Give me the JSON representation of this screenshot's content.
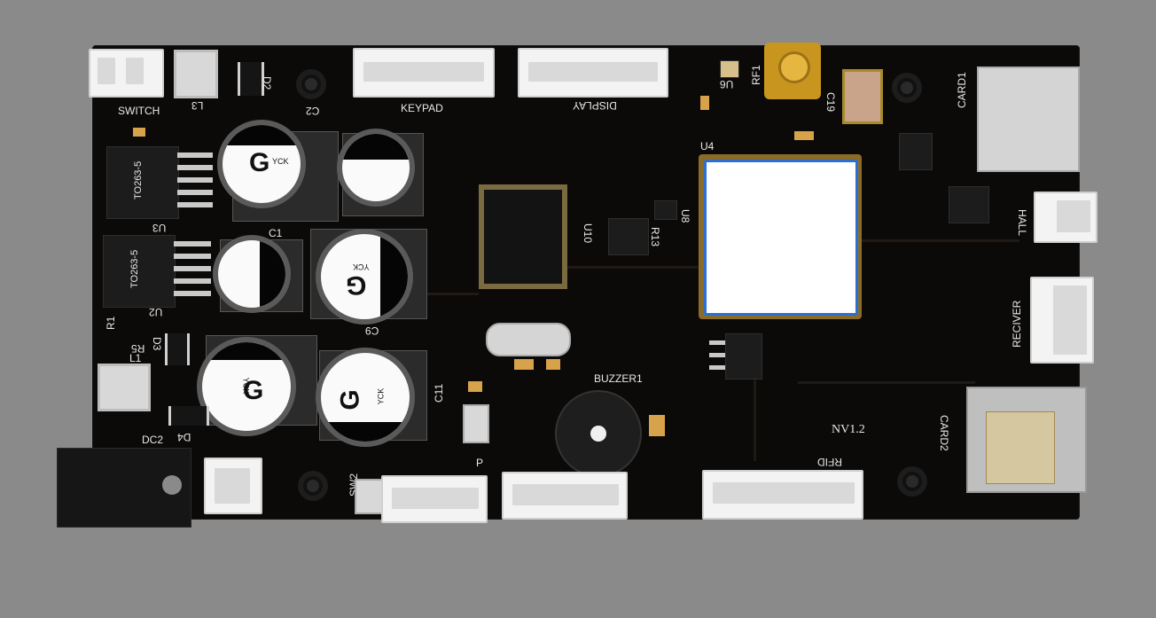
{
  "board": {
    "version": "NV1.2"
  },
  "connectors": {
    "switch": "SWITCH",
    "keypad": "KEYPAD",
    "display": "DISPLAY",
    "rf1": "RF1",
    "card1": "CARD1",
    "hall": "HALL",
    "reciver": "RECIVER",
    "card2": "CARD2",
    "rfid": "RFID",
    "p": "P",
    "sw2": "SW2",
    "dc2": "DC2",
    "buzzer1": "BUZZER1"
  },
  "components": {
    "l3": "L3",
    "d2": "D2",
    "c2": "C2",
    "u3": "U3",
    "u2": "U2",
    "u3_pkg": "TO263-5",
    "u2_pkg": "TO263-5",
    "c1": "C1",
    "c9": "C9",
    "c11": "C11",
    "r1": "R1",
    "r5": "R5",
    "l1": "L1",
    "d3": "D3",
    "d4": "D4",
    "u10": "U10",
    "u4": "U4",
    "u8": "U8",
    "r13": "R13",
    "u6": "U6",
    "c19": "C19",
    "cap_brand": "YCK",
    "cap_mark": "G"
  },
  "colors": {
    "board": "#0c0a08",
    "background": "#8a8a8a",
    "gold": "#d6a24a",
    "module_border": "#2a6fd6"
  }
}
